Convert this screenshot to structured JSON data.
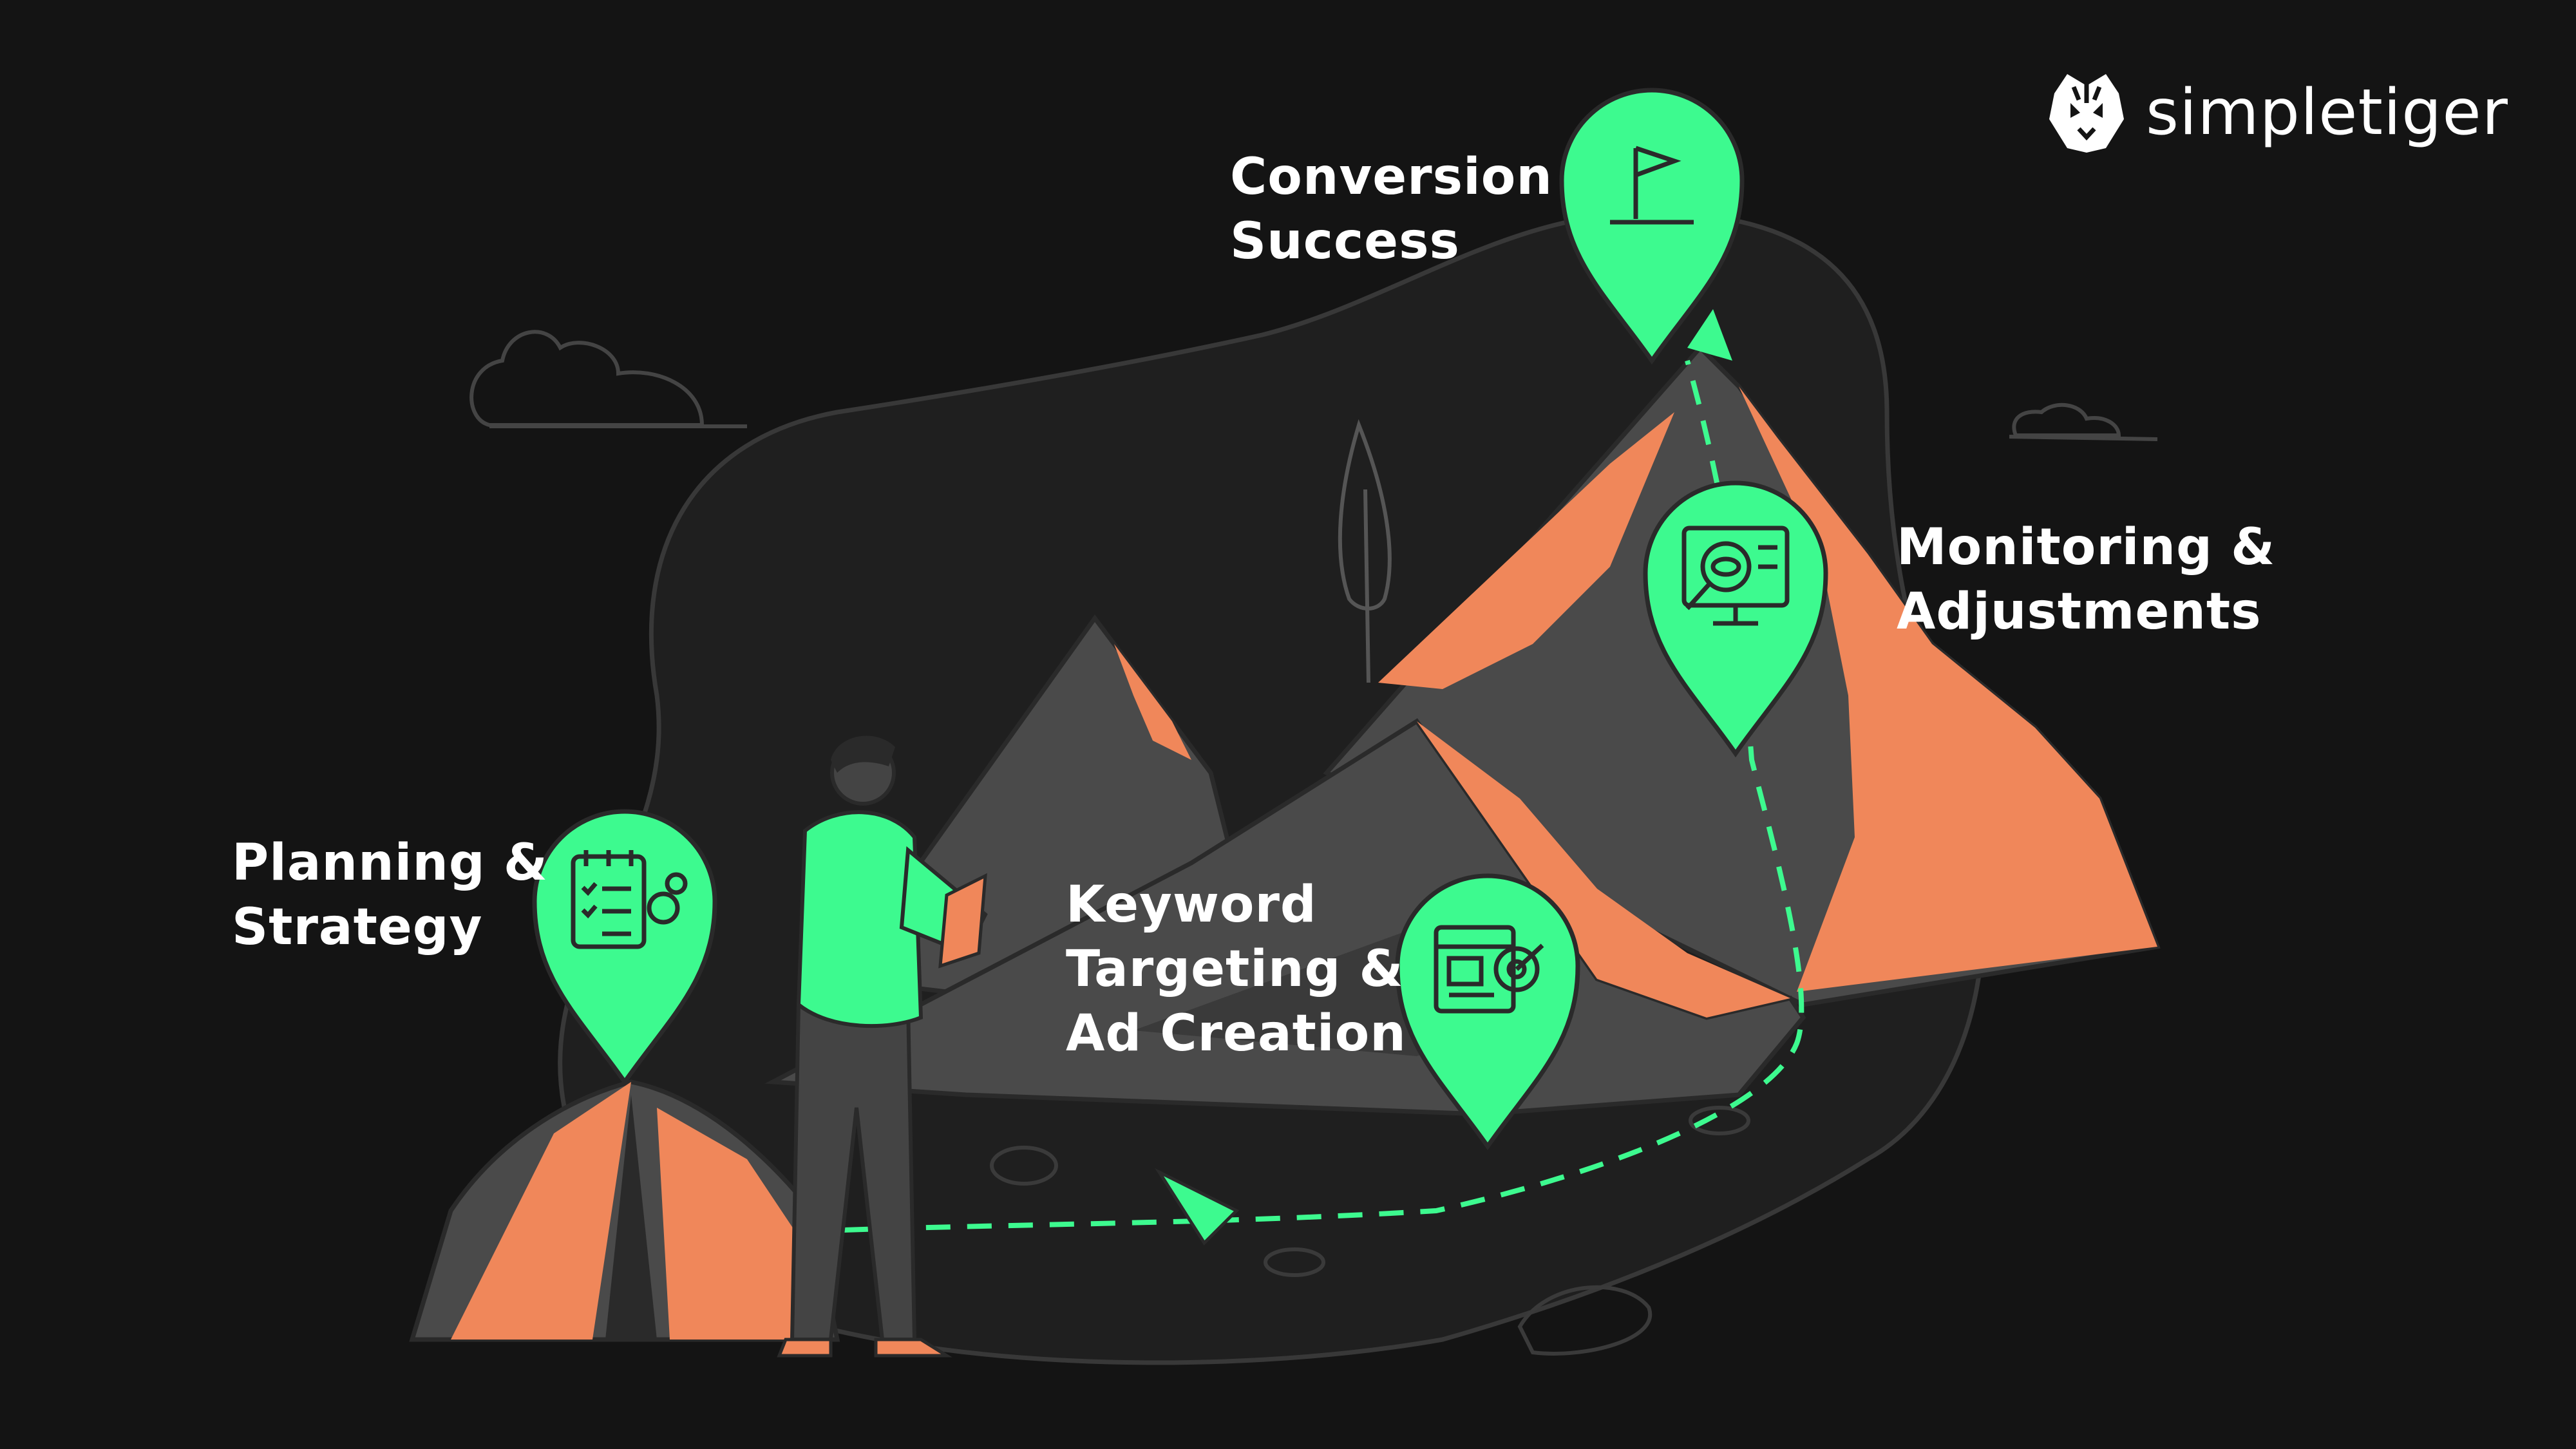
{
  "brand": {
    "name": "simpletiger",
    "logo_icon": "tiger-head-icon"
  },
  "steps": [
    {
      "lines": [
        "Planning &",
        "Strategy"
      ],
      "icon": "checklist-gears-icon"
    },
    {
      "lines": [
        "Keyword",
        "Targeting &",
        "Ad Creation"
      ],
      "icon": "ad-target-icon"
    },
    {
      "lines": [
        "Monitoring &",
        "Adjustments"
      ],
      "icon": "monitor-magnifier-icon"
    },
    {
      "lines": [
        "Conversion",
        "Success"
      ],
      "icon": "flag-icon"
    }
  ],
  "colors": {
    "background": "#141414",
    "terrain": "#1f1f1f",
    "mountain_dark": "#4a4a4a",
    "mountain_accent": "#f0875a",
    "pin_green": "#3dfa8f",
    "outline": "#2a2a2a",
    "text": "#ffffff"
  }
}
